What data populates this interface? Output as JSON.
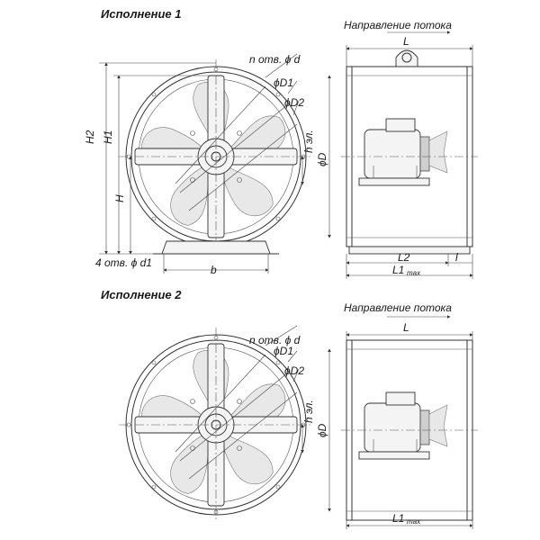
{
  "variant1": {
    "title": "Исполнение 1",
    "flow_direction": "Направление потока",
    "labels": {
      "n_holes": "n отв. ϕ d",
      "D1": "ϕD1",
      "D2": "ϕD2",
      "h_el": "h эл.",
      "H2": "H2",
      "H1": "H1",
      "H": "H",
      "four_holes": "4 отв. ϕ d1",
      "b": "b",
      "L": "L",
      "D": "ϕD",
      "L2": "L2",
      "l": "l",
      "L1": "L1",
      "max": "max"
    }
  },
  "variant2": {
    "title": "Исполнение 2",
    "flow_direction": "Направление потока",
    "labels": {
      "n_holes": "n отв. ϕ d",
      "D1": "ϕD1",
      "D2": "ϕD2",
      "h_el": "h эл.",
      "L": "L",
      "D": "ϕD",
      "L1": "L1",
      "max": "max"
    }
  },
  "colors": {
    "line": "#333333",
    "blade_fill": "#e8e8e8",
    "background": "#ffffff"
  }
}
